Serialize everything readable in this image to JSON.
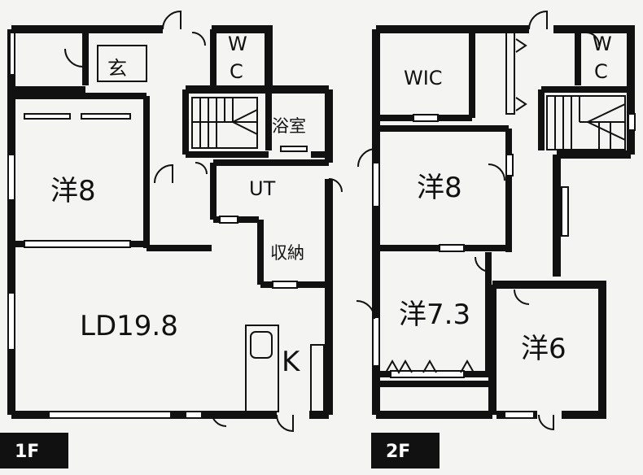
{
  "floor_1": {
    "label": "1F",
    "rooms": {
      "genkan": "玄",
      "wc": [
        "W",
        "C"
      ],
      "bath": "浴室",
      "western": "洋8",
      "ut": "UT",
      "storage": "収納",
      "ld": "LD19.8",
      "kitchen": "K"
    }
  },
  "floor_2": {
    "label": "2F",
    "rooms": {
      "wic": "WIC",
      "wc": [
        "W",
        "C"
      ],
      "western_a": "洋8",
      "western_b": "洋7.3",
      "western_c": "洋6"
    }
  },
  "colors": {
    "wall": "#111111",
    "background": "#f4f4f2",
    "label_bg": "#111111",
    "label_text": "#ffffff"
  }
}
